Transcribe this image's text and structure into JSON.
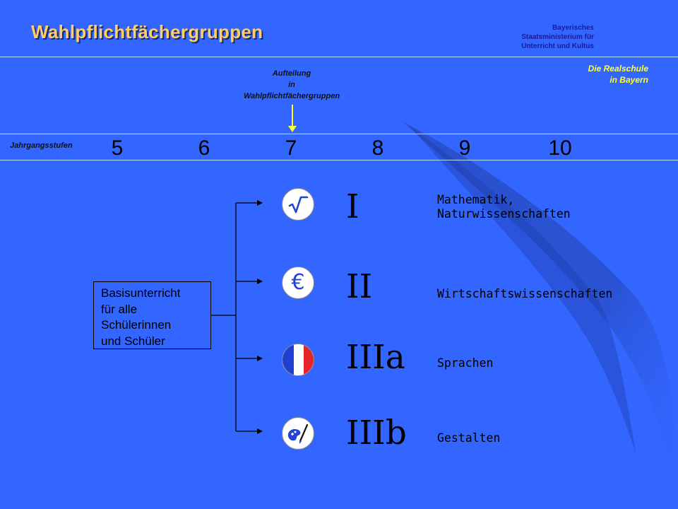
{
  "header": {
    "title": "Wahlpflichtfächergruppen",
    "ministry": [
      "Bayerisches",
      "Staatsministerium für",
      "Unterricht und Kultus"
    ],
    "realschule": [
      "Die Realschule",
      "in Bayern"
    ]
  },
  "aufteilung": [
    "Aufteilung",
    "in",
    "Wahlpflichtfächergruppen"
  ],
  "band": {
    "label": "Jahrgangsstufen",
    "grades": [
      "5",
      "6",
      "7",
      "8",
      "9",
      "10"
    ]
  },
  "basis": [
    "Basisunterricht",
    "für alle",
    "Schülerinnen",
    "und Schüler"
  ],
  "groups": [
    {
      "roman": "I",
      "icon": "square-root-icon",
      "subject": [
        "Mathematik,",
        "Naturwissenschaften"
      ]
    },
    {
      "roman": "II",
      "icon": "euro-icon",
      "glyph": "€",
      "subject": [
        "Wirtschaftswissenschaften"
      ]
    },
    {
      "roman": "IIIa",
      "icon": "french-flag-icon",
      "subject": [
        "Sprachen"
      ]
    },
    {
      "roman": "IIIb",
      "icon": "paint-palette-icon",
      "subject": [
        "Gestalten"
      ]
    }
  ],
  "colors": {
    "background": "#3366ff",
    "title": "#ffcc66",
    "highlight": "#ffff33",
    "ministry": "#1a1a99"
  }
}
